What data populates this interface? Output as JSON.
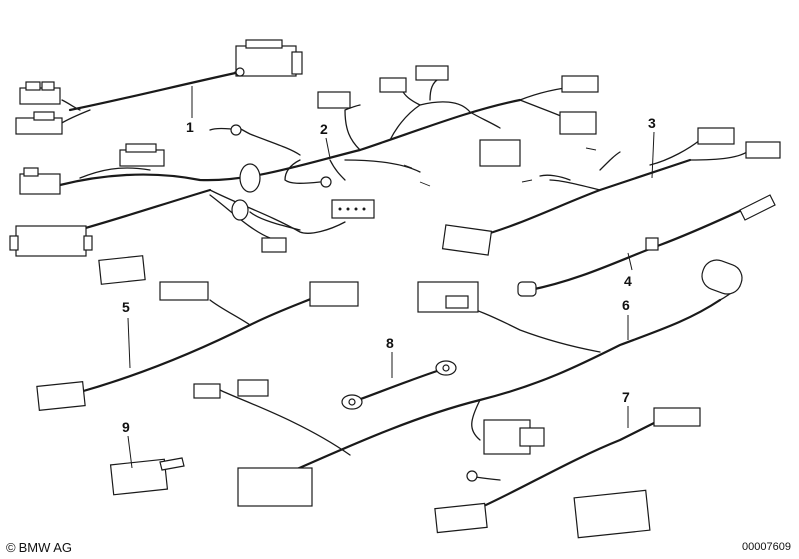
{
  "parts": [
    {
      "id": "part-1",
      "label": "1"
    },
    {
      "id": "part-2",
      "label": "2"
    },
    {
      "id": "part-3",
      "label": "3"
    },
    {
      "id": "part-4",
      "label": "4"
    },
    {
      "id": "part-5",
      "label": "5"
    },
    {
      "id": "part-6",
      "label": "6"
    },
    {
      "id": "part-7",
      "label": "7"
    },
    {
      "id": "part-8",
      "label": "8"
    },
    {
      "id": "part-9",
      "label": "9"
    }
  ],
  "footer": {
    "copyright_symbol": "©",
    "brand": "BMW AG",
    "document_number": "00007609"
  }
}
